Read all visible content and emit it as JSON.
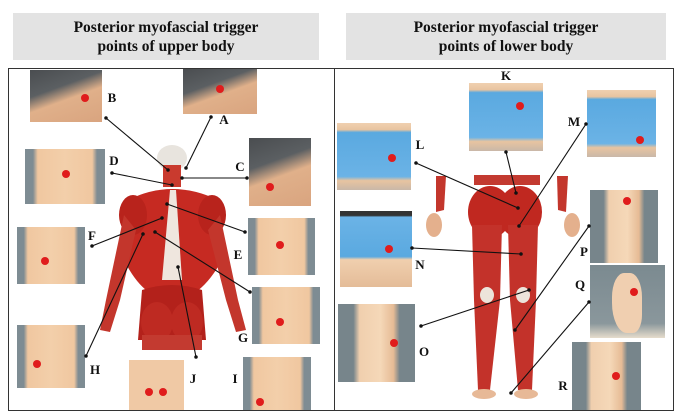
{
  "titles": {
    "upper": [
      "Posterior myofascial trigger",
      "points of upper body"
    ],
    "lower": [
      "Posterior myofascial trigger",
      "points of lower body"
    ]
  },
  "labels": {
    "A": "A",
    "B": "B",
    "C": "C",
    "D": "D",
    "E": "E",
    "F": "F",
    "G": "G",
    "H": "H",
    "I": "I",
    "J": "J",
    "K": "K",
    "L": "L",
    "M": "M",
    "N": "N",
    "O": "O",
    "P": "P",
    "Q": "Q",
    "R": "R"
  },
  "colors": {
    "trigger_point": "#e01c1c",
    "title_bg": "#e3e3e3",
    "muscle": "#c62a22"
  }
}
